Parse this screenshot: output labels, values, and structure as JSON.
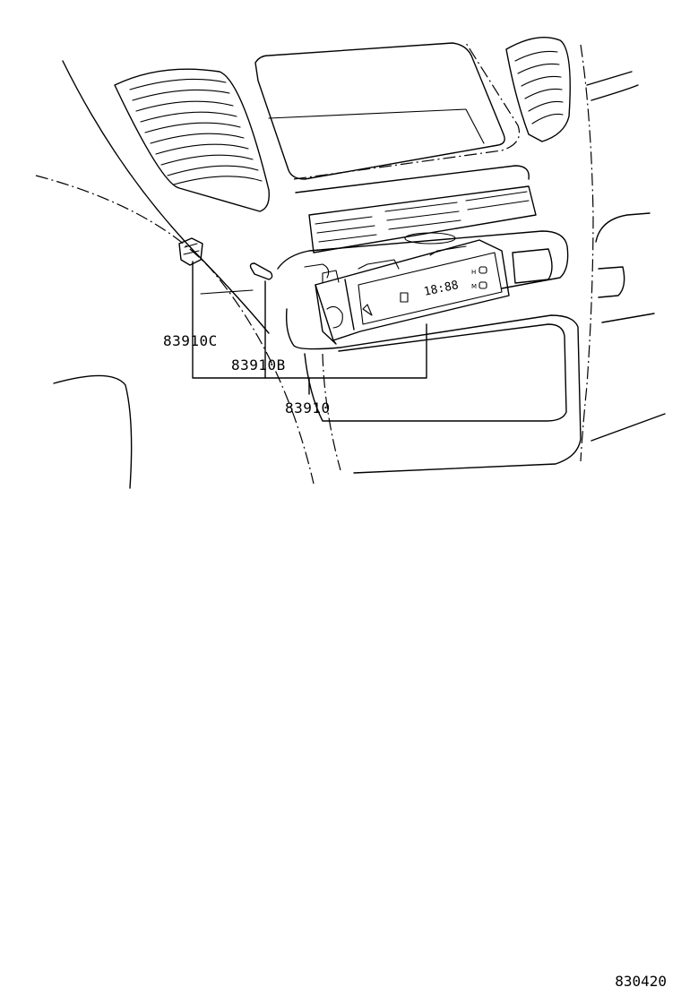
{
  "parts": {
    "clip": "83910C",
    "bulb": "83910B",
    "clock_assembly": "83910"
  },
  "clock_display": "18:88",
  "clock_buttons": {
    "hour": "H",
    "minute": "M"
  },
  "diagram_code": "830420"
}
